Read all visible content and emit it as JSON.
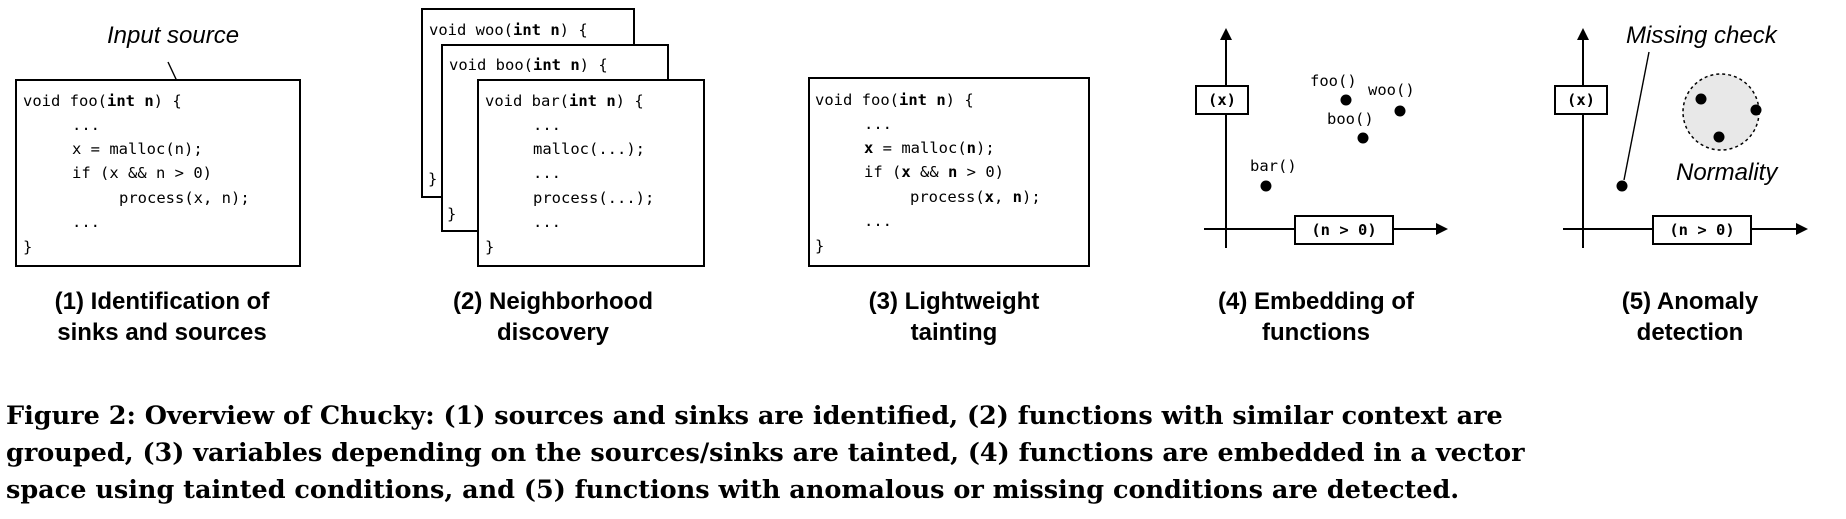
{
  "panel1": {
    "annotation": "Input source",
    "code": {
      "l0": [
        "void foo(",
        "int n",
        ") {"
      ],
      "l1": "...",
      "l2": "x = malloc(n);",
      "l3": "if (x && n > 0)",
      "l4": "process(x, n);",
      "l5": "...",
      "l6": "}"
    },
    "label": [
      "(1) Identification of",
      "sinks and sources"
    ]
  },
  "panel2": {
    "back1": [
      "void woo(",
      "int n",
      ") {"
    ],
    "back2": [
      "void boo(",
      "int n",
      ") {"
    ],
    "brace": "}",
    "code": {
      "l0": [
        "void bar(",
        "int n",
        ") {"
      ],
      "l1": "...",
      "l2": "malloc(...);",
      "l3": "...",
      "l4": "process(...);",
      "l5": "...",
      "l6": "}"
    },
    "label": [
      "(2) Neighborhood",
      "discovery"
    ]
  },
  "panel3": {
    "code": {
      "l0": [
        "void foo(",
        "int n",
        ") {"
      ],
      "l1": "...",
      "l2": [
        "x",
        " = malloc(",
        "n",
        ");"
      ],
      "l3": [
        "if (",
        "x",
        " && ",
        "n",
        " > 0)"
      ],
      "l4": [
        "process(",
        "x",
        ", ",
        "n",
        ");"
      ],
      "l5": "...",
      "l6": "}"
    },
    "label": [
      "(3) Lightweight",
      "tainting"
    ]
  },
  "panel4": {
    "y_axis_box": "(x)",
    "x_axis_box": "(n > 0)",
    "points": [
      "foo()",
      "woo()",
      "boo()",
      "bar()"
    ],
    "label": [
      "(4) Embedding of",
      "functions"
    ]
  },
  "panel5": {
    "y_axis_box": "(x)",
    "x_axis_box": "(n > 0)",
    "missing_check": "Missing check",
    "normality": "Normality",
    "label": [
      "(5) Anomaly",
      "detection"
    ]
  },
  "caption": [
    "Figure 2: Overview of Chucky: (1) sources and sinks are identified, (2) functions with similar context are",
    "grouped, (3) variables depending on the sources/sinks are tainted, (4) functions are embedded in a vector",
    "space using tainted conditions, and (5) functions with anomalous or missing conditions are detected."
  ]
}
